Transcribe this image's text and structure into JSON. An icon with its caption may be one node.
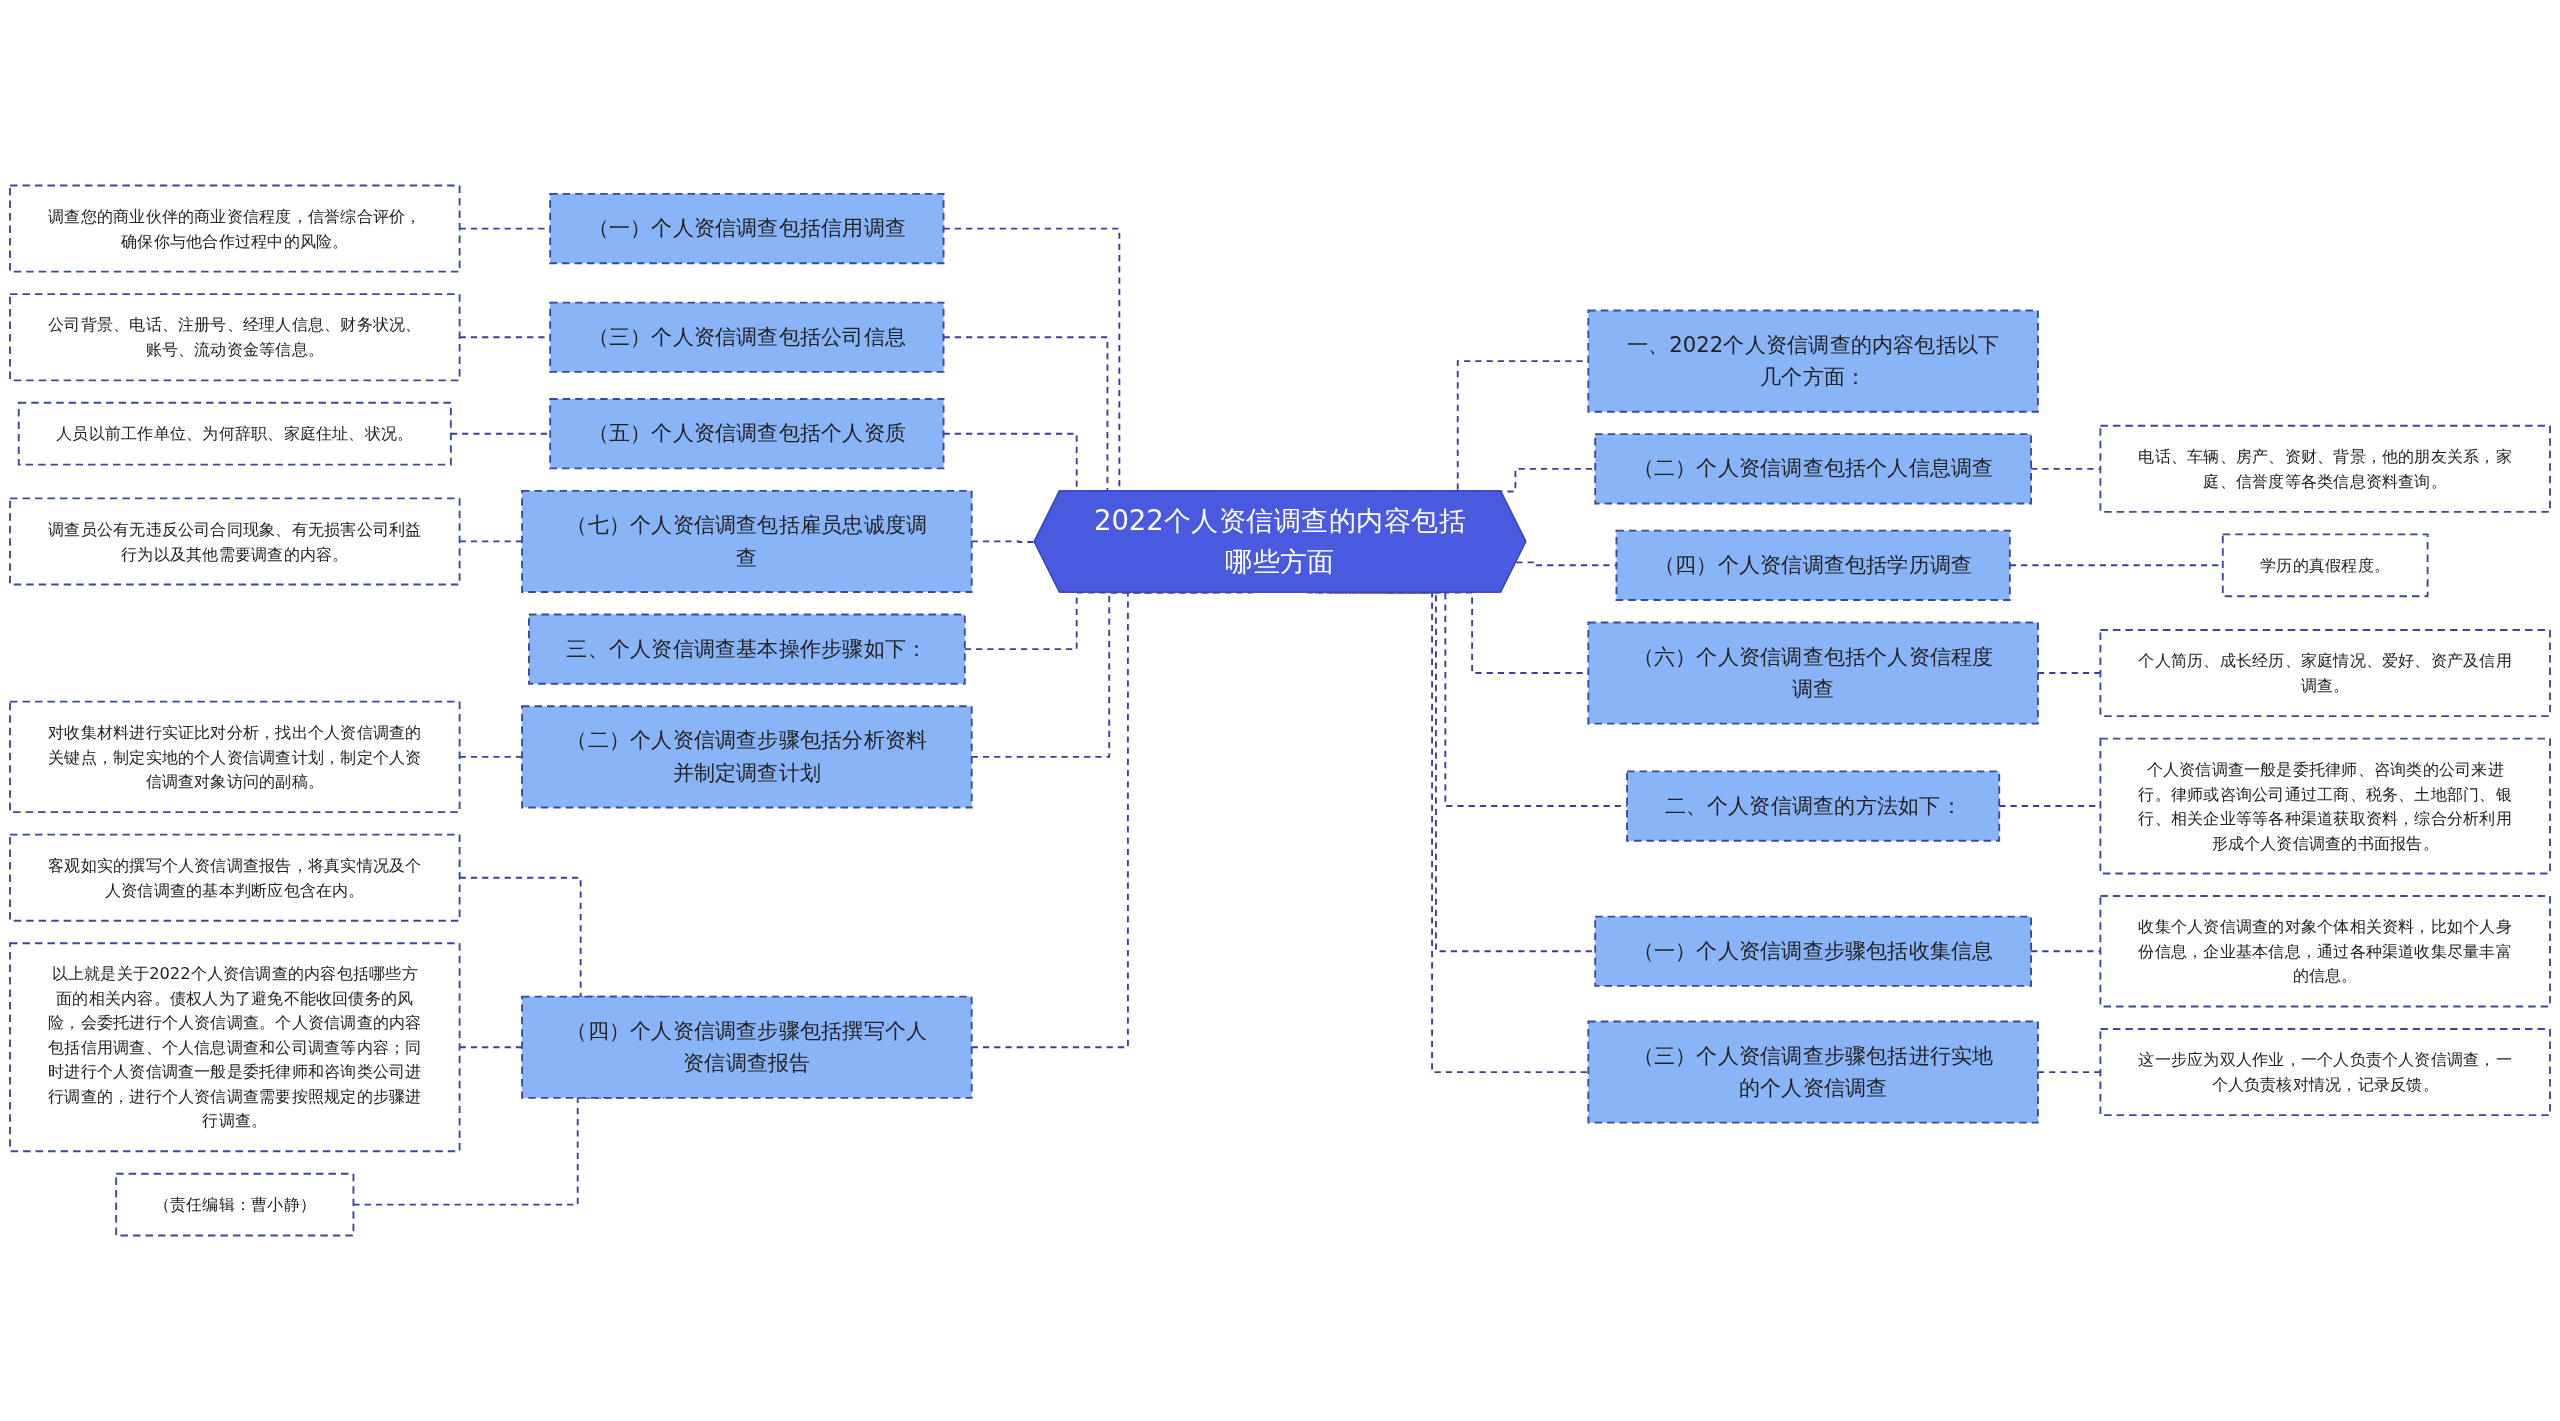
{
  "diagram": {
    "nodes": [
      {
        "text": [
          "2022个人资信调查的内容包括哪些方面"
        ]
      },
      {
        "text": [
          "（一）个人资信调查包括信用调查"
        ]
      },
      {
        "text": [
          "调查您的商业伙伴的商业资信程度，信誉综合评价，确保你与他合作过程中的风险。"
        ]
      },
      {
        "text": [
          "（三）个人资信调查包括公司信息"
        ]
      },
      {
        "text": [
          "公司背景、电话、注册号、经理人信息、财务状况、账号、流动资金等信息。"
        ]
      },
      {
        "text": [
          "（五）个人资信调查包括个人资质"
        ]
      },
      {
        "text": [
          "人员以前工作单位、为何辞职、家庭住址、状况。"
        ]
      },
      {
        "text": [
          "（七）个人资信调查包括雇员忠诚度调查"
        ]
      },
      {
        "text": [
          "调查员公有无违反公司合同现象、有无损害公司利益行为以及其他需要调查的内容。"
        ]
      },
      {
        "text": [
          "三、个人资信调查基本操作步骤如下："
        ]
      },
      {
        "text": [
          "（二）个人资信调查步骤包括分析资料并制定调查计划"
        ]
      },
      {
        "text": [
          "对收集材料进行实证比对分析，找出个人资信调查的关键点，制定实地的个人资信调查计划，制定个人资信调查对象访问的副稿。"
        ]
      },
      {
        "text": [
          "（四）个人资信调查步骤包括撰写个人资信调查报告"
        ]
      },
      {
        "text": [
          "客观如实的撰写个人资信调查报告，将真实情况及个人资信调查的基本判断应包含在内。"
        ]
      },
      {
        "text": [
          "以上就是关于2022个人资信调查的内容包括哪些方面的相关内容。债权人为了避免不能收回债务的风险，会委托进行个人资信调查。个人资信调查的内容包括信用调查、个人信息调查和公司调查等内容；同时进行个人资信调查一般是委托律师和咨询类公司进行调查的，进行个人资信调查需要按照规定的步骤进行调查。"
        ]
      },
      {
        "text": [
          "（责任编辑：曹小静）"
        ]
      },
      {
        "text": [
          "一、2022个人资信调查的内容包括以下几个方面："
        ]
      },
      {
        "text": [
          "（二）个人资信调查包括个人信息调查"
        ]
      },
      {
        "text": [
          "电话、车辆、房产、资财、背景，他的朋友关系，家庭、信誉度等各类信息资料查询。"
        ]
      },
      {
        "text": [
          "（四）个人资信调查包括学历调查"
        ]
      },
      {
        "text": [
          "学历的真假程度。"
        ]
      },
      {
        "text": [
          "（六）个人资信调查包括个人资信程度调查"
        ]
      },
      {
        "text": [
          "个人简历、成长经历、家庭情况、爱好、资产及信用调查。"
        ]
      },
      {
        "text": [
          "二、个人资信调查的方法如下："
        ]
      },
      {
        "text": [
          "个人资信调查一般是委托律师、咨询类的公司来进行。律师或咨询公司通过工商、税务、土地部门、银行、相关企业等等各种渠道获取资料，综合分析利用形成个人资信调查的书面报告。"
        ]
      },
      {
        "text": [
          "（一）个人资信调查步骤包括收集信息"
        ]
      },
      {
        "text": [
          "收集个人资信调查的对象个体相关资料，比如个人身份信息，企业基本信息，通过各种渠道收集尽量丰富的信息。"
        ]
      },
      {
        "text": [
          "（三）个人资信调查步骤包括进行实地的个人资信调查"
        ]
      },
      {
        "text": [
          "这一步应为双人作业，一个人负责个人资信调查，一个人负责核对情况，记录反馈。"
        ]
      }
    ],
    "edges": [
      {
        "from": 2,
        "to": 1,
        "arrow": "none"
      },
      {
        "from": 1,
        "to": 0,
        "arrow": "none"
      },
      {
        "from": 4,
        "to": 3,
        "arrow": "none"
      },
      {
        "from": 3,
        "to": 0,
        "arrow": "none"
      },
      {
        "from": 6,
        "to": 5,
        "arrow": "none"
      },
      {
        "from": 5,
        "to": 0,
        "arrow": "none"
      },
      {
        "from": 8,
        "to": 7,
        "arrow": "none"
      },
      {
        "from": 7,
        "to": 0,
        "arrow": "none"
      },
      {
        "from": 9,
        "to": 0,
        "arrow": "none"
      },
      {
        "from": 11,
        "to": 10,
        "arrow": "none"
      },
      {
        "from": 10,
        "to": 0,
        "arrow": "none"
      },
      {
        "from": 13,
        "to": 12,
        "arrow": "none"
      },
      {
        "from": 14,
        "to": 12,
        "arrow": "none"
      },
      {
        "from": 15,
        "to": 12,
        "arrow": "none"
      },
      {
        "from": 12,
        "to": 0,
        "arrow": "none"
      },
      {
        "from": 0,
        "to": 16,
        "arrow": "none"
      },
      {
        "from": 0,
        "to": 17,
        "arrow": "none"
      },
      {
        "from": 17,
        "to": 18,
        "arrow": "none"
      },
      {
        "from": 0,
        "to": 19,
        "arrow": "none"
      },
      {
        "from": 19,
        "to": 20,
        "arrow": "none"
      },
      {
        "from": 0,
        "to": 21,
        "arrow": "none"
      },
      {
        "from": 21,
        "to": 22,
        "arrow": "none"
      },
      {
        "from": 0,
        "to": 23,
        "arrow": "none"
      },
      {
        "from": 23,
        "to": 24,
        "arrow": "none"
      },
      {
        "from": 0,
        "to": 25,
        "arrow": "none"
      },
      {
        "from": 25,
        "to": 26,
        "arrow": "none"
      },
      {
        "from": 0,
        "to": 27,
        "arrow": "none"
      },
      {
        "from": 27,
        "to": 28,
        "arrow": "none"
      }
    ]
  }
}
